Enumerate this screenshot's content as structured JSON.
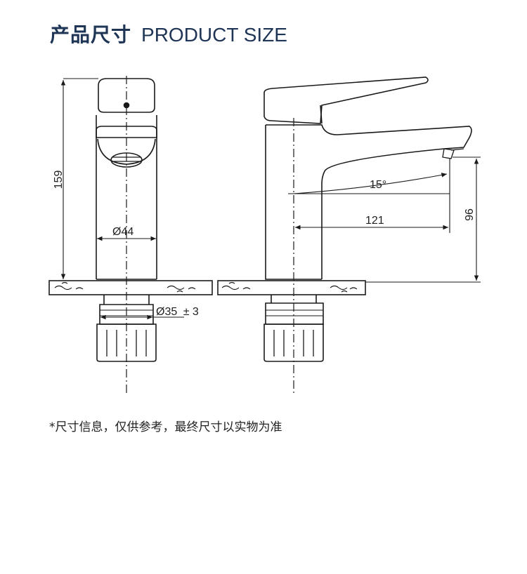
{
  "header": {
    "title_cn": "产品尺寸",
    "title_en": "PRODUCT SIZE"
  },
  "dimensions": {
    "height_total": "159",
    "body_diameter": "Ø44",
    "shank_diameter": "Ø35",
    "shank_tolerance": "± 3",
    "spout_angle": "15°",
    "spout_reach": "121",
    "spout_height": "96"
  },
  "footer": {
    "note": "*尺寸信息，仅供参考，最终尺寸以实物为准"
  },
  "colors": {
    "title": "#1e3556",
    "line": "#1a1a1a"
  }
}
